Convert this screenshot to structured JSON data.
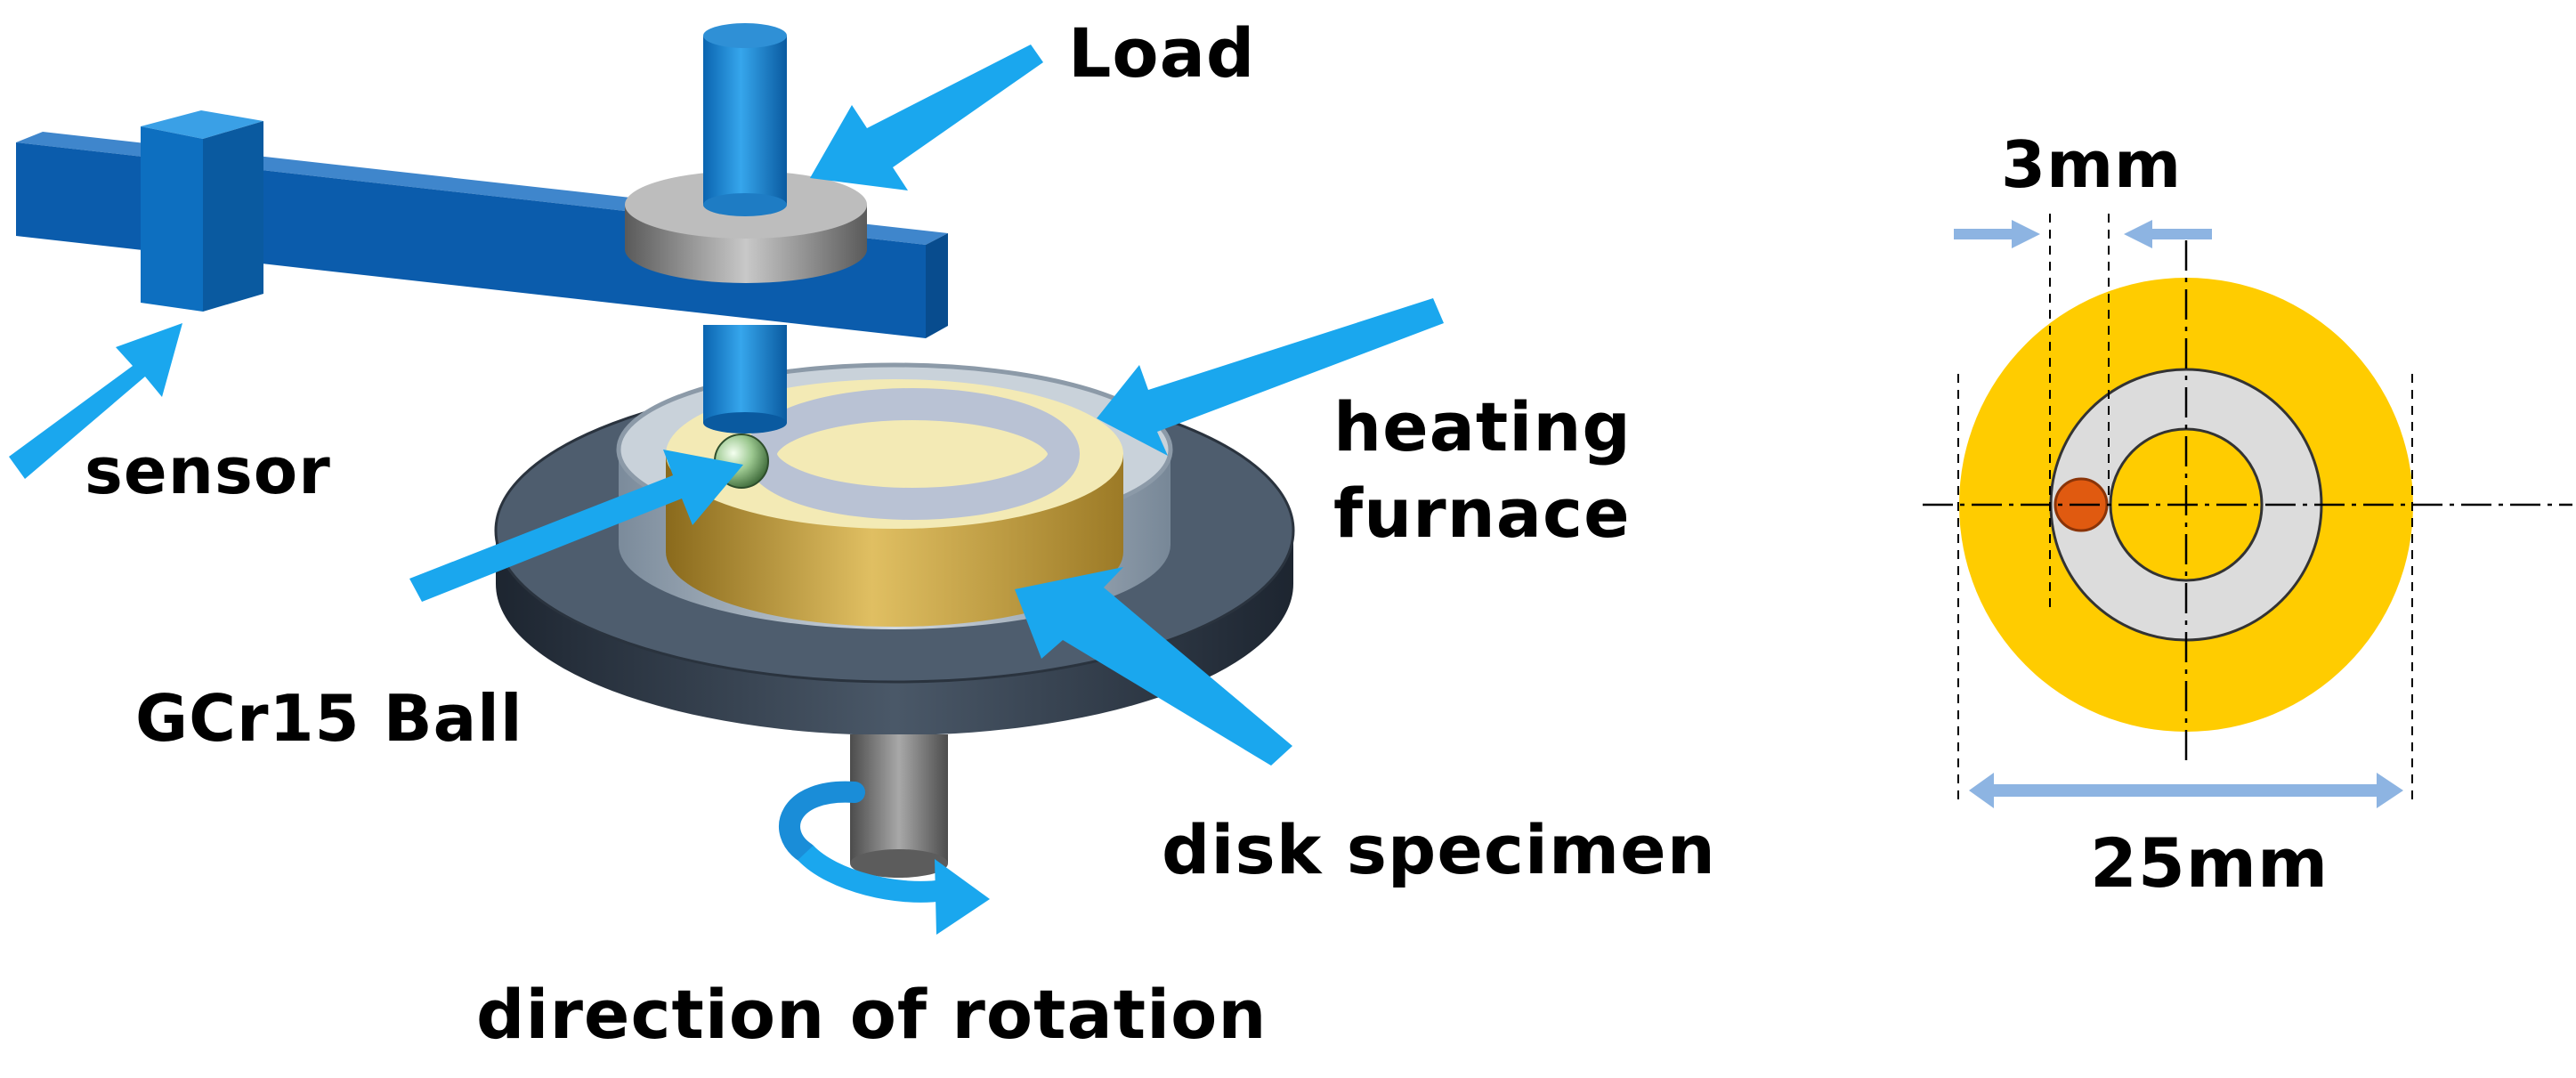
{
  "labels": {
    "load": "Load",
    "sensor": "sensor",
    "heating_furnace_line1": "heating",
    "heating_furnace_line2": "furnace",
    "ball": "GCr15 Ball",
    "disk": "disk specimen",
    "rotation": "direction of rotation",
    "dim_track": "3mm",
    "dim_disk": "25mm"
  },
  "colors": {
    "arm_blue": "#0a5ab0",
    "pointer_arrow": "#1aa7ee",
    "dimension_arrow": "#8db4e2",
    "disk_yellow": "#ffcc00",
    "wear_track_gray": "#dcdcdc",
    "ball_contact": "#e05a10",
    "base_plate": "#4c5b6c",
    "load_weight": "#a0a0a0"
  },
  "icons": {
    "pointer": "arrow-icon",
    "rotation": "curved-arrow-icon"
  }
}
